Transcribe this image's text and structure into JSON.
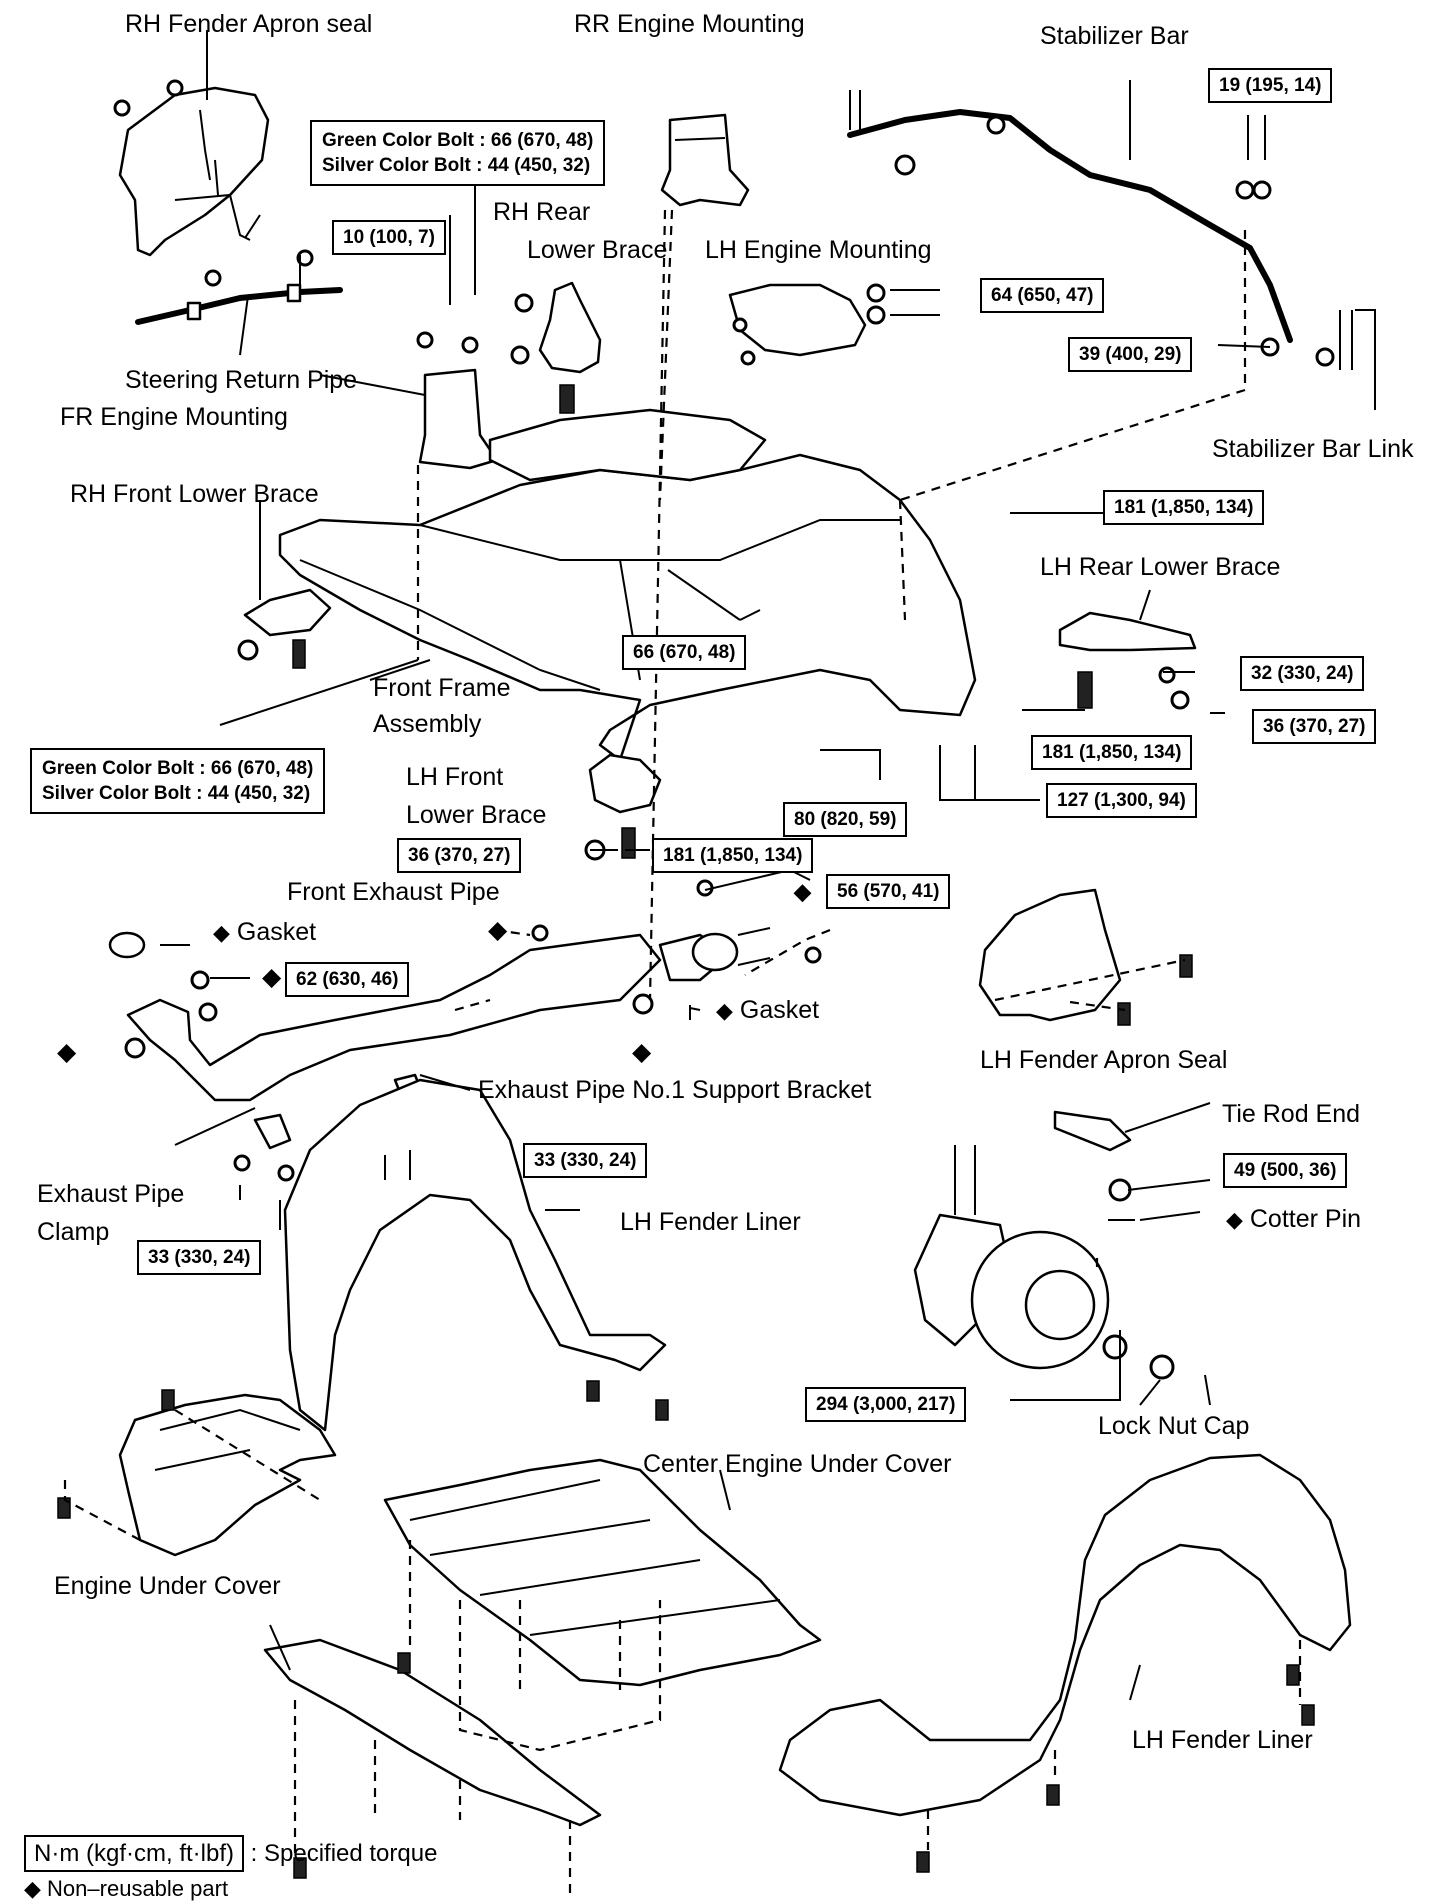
{
  "labels": {
    "rh_fender_apron_seal": "RH Fender Apron seal",
    "rr_engine_mounting": "RR Engine Mounting",
    "stabilizer_bar": "Stabilizer Bar",
    "rh_rear_lower_brace": "RH Rear",
    "rh_rear_lower_brace_2": "Lower Brace",
    "lh_engine_mounting": "LH Engine Mounting",
    "steering_return_pipe": "Steering Return Pipe",
    "fr_engine_mounting": "FR Engine Mounting",
    "stabilizer_bar_link": "Stabilizer Bar Link",
    "rh_front_lower_brace": "RH Front Lower Brace",
    "lh_rear_lower_brace": "LH Rear Lower Brace",
    "front_frame_assembly": "Front Frame",
    "front_frame_assembly_2": "Assembly",
    "lh_front_lower_brace": "LH Front",
    "lh_front_lower_brace_2": "Lower Brace",
    "front_exhaust_pipe": "Front Exhaust Pipe",
    "gasket_1": "Gasket",
    "gasket_2": "Gasket",
    "lh_fender_apron_seal": "LH Fender Apron Seal",
    "exhaust_pipe_support_bracket": "Exhaust Pipe No.1 Support Bracket",
    "tie_rod_end": "Tie Rod End",
    "exhaust_pipe_clamp": "Exhaust Pipe",
    "exhaust_pipe_clamp_2": "Clamp",
    "lh_fender_liner_upper": "LH Fender Liner",
    "cotter_pin": "Cotter Pin",
    "lock_nut_cap": "Lock Nut Cap",
    "center_engine_under_cover": "Center Engine Under Cover",
    "engine_under_cover": "Engine Under Cover",
    "lh_fender_liner_lower": "LH Fender Liner"
  },
  "torques": {
    "t_green_silver_top_1": "Green Color Bolt : 66 (670, 48)",
    "t_green_silver_top_2": "Silver Color Bolt : 44 (450, 32)",
    "t_10": "10 (100, 7)",
    "t_19": "19 (195, 14)",
    "t_64": "64 (650, 47)",
    "t_39": "39 (400, 29)",
    "t_181_a": "181 (1,850, 134)",
    "t_66": "66 (670, 48)",
    "t_32": "32 (330, 24)",
    "t_36_a": "36 (370, 27)",
    "t_181_b": "181 (1,850, 134)",
    "t_green_silver_bot_1": "Green Color Bolt : 66 (670, 48)",
    "t_green_silver_bot_2": "Silver Color Bolt : 44 (450, 32)",
    "t_127": "127 (1,300, 94)",
    "t_80": "80 (820, 59)",
    "t_36_b": "36 (370, 27)",
    "t_181_c": "181 (1,850, 134)",
    "t_56": "56 (570, 41)",
    "t_62": "62 (630, 46)",
    "t_33_a": "33 (330, 24)",
    "t_49": "49 (500, 36)",
    "t_33_b": "33 (330, 24)",
    "t_294": "294 (3,000, 217)"
  },
  "legend": {
    "unit": "N·m (kgf·cm, ft·lbf)",
    "unit_desc": ": Specified torque",
    "nonreusable_symbol": "◆",
    "nonreusable_desc": "Non–reusable part"
  },
  "symbols": {
    "diamond": "◆"
  }
}
